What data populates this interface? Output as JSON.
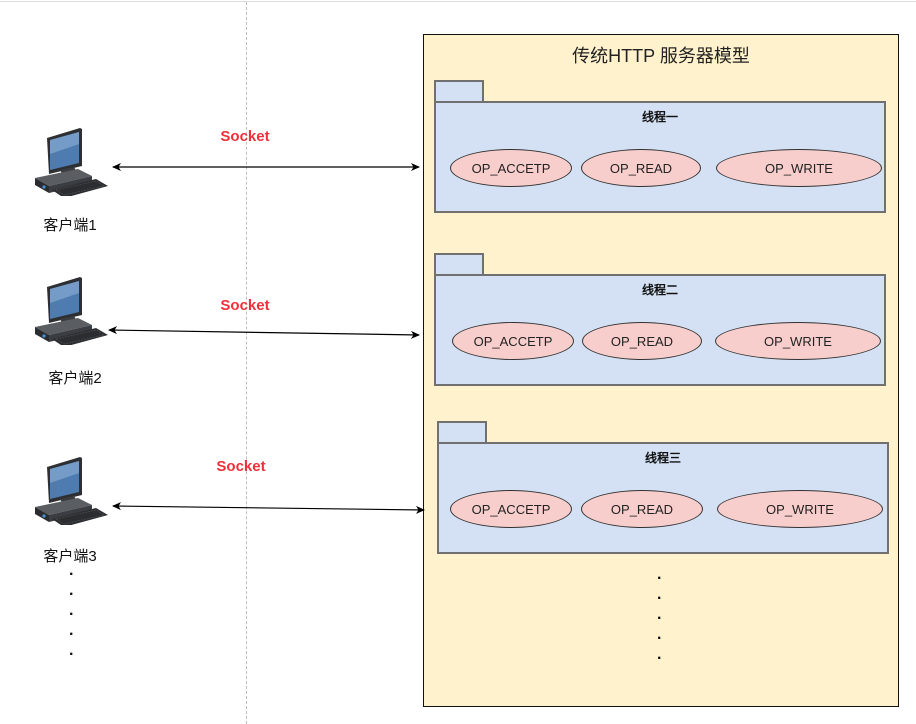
{
  "server": {
    "title": "传统HTTP 服务器模型",
    "fill_color": "#fff2cc",
    "threads": [
      {
        "name": "线程一",
        "ops": [
          "OP_ACCETP",
          "OP_READ",
          "OP_WRITE"
        ]
      },
      {
        "name": "线程二",
        "ops": [
          "OP_ACCETP",
          "OP_READ",
          "OP_WRITE"
        ]
      },
      {
        "name": "线程三",
        "ops": [
          "OP_ACCETP",
          "OP_READ",
          "OP_WRITE"
        ]
      }
    ],
    "continuation": ".",
    "thread_fill_color": "#d4e1f4",
    "op_fill_color": "#f8cecc"
  },
  "clients": [
    {
      "label": "客户端1",
      "icon": "desktop-computer-icon"
    },
    {
      "label": "客户端2",
      "icon": "desktop-computer-icon"
    },
    {
      "label": "客户端3",
      "icon": "desktop-computer-icon"
    }
  ],
  "client_continuation": ".",
  "connections": [
    {
      "label": "Socket",
      "from": "客户端1",
      "to": "线程一",
      "direction": "bidirectional"
    },
    {
      "label": "Socket",
      "from": "客户端2",
      "to": "线程二",
      "direction": "bidirectional"
    },
    {
      "label": "Socket",
      "from": "客户端3",
      "to": "线程三",
      "direction": "bidirectional"
    }
  ],
  "socket_label_color": "#f0303a"
}
